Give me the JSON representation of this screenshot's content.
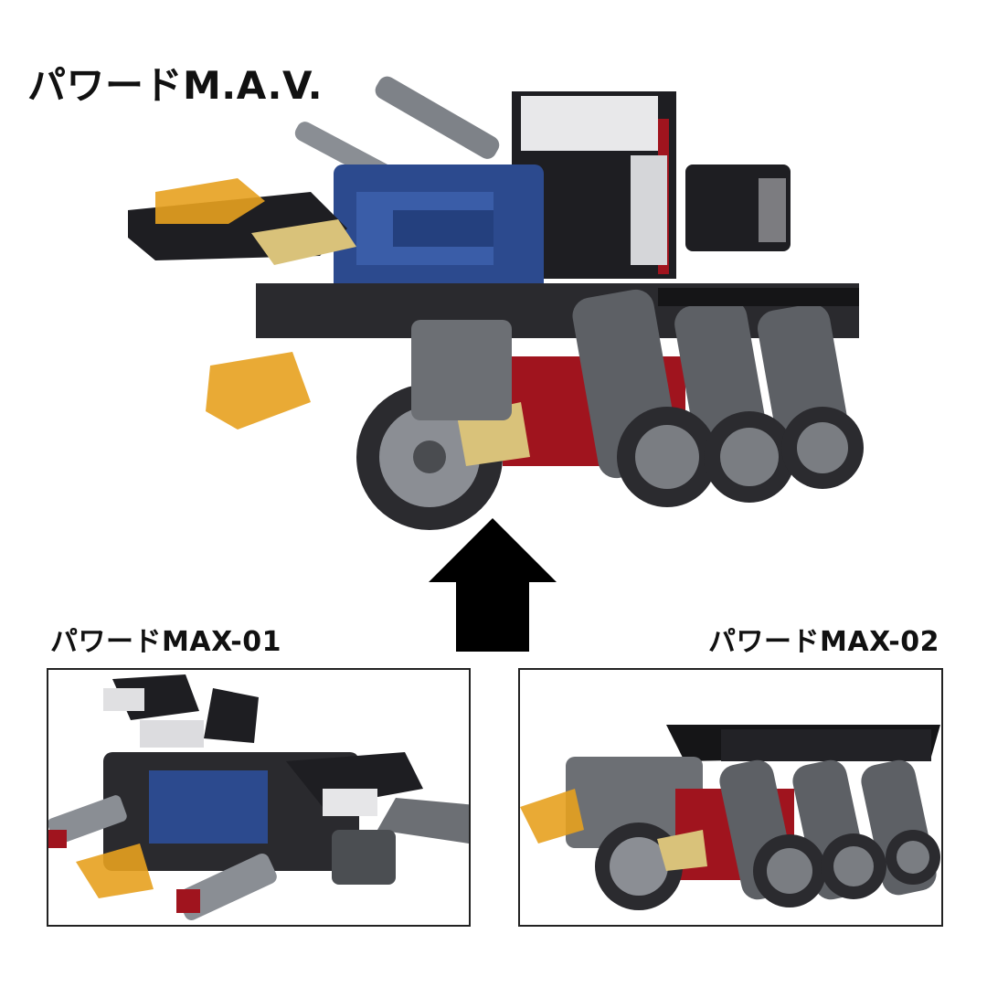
{
  "title": "パワードM.A.V.",
  "arrow_icon": "up-arrow-icon",
  "panels": [
    {
      "label": "パワードMAX-01"
    },
    {
      "label": "パワードMAX-02"
    }
  ],
  "colors": {
    "text": "#111111",
    "arrow": "#000000",
    "border": "#222222",
    "armor_blue": "#2c4a8e",
    "armor_black": "#1e1e22",
    "metal_gray": "#6c6f74",
    "accent_red": "#a0141e",
    "amber_canopy": "#e7a11f",
    "gold": "#d9c27a"
  }
}
